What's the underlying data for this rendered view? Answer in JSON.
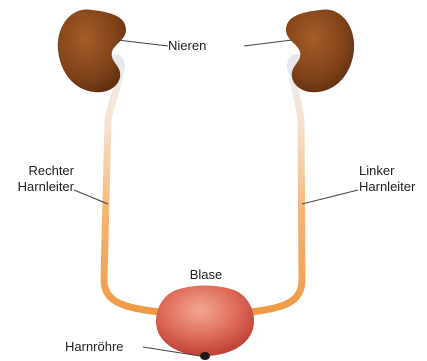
{
  "labels": {
    "kidneys": "Nieren",
    "right_ureter": [
      "Rechter",
      "Harnleiter"
    ],
    "left_ureter": [
      "Linker",
      "Harnleiter"
    ],
    "bladder": "Blase",
    "urethra": "Harnröhre"
  },
  "colors": {
    "kidney": "#8a4b1f",
    "kidney_shadow": "#5e2f10",
    "ureter": "#f0a050",
    "ureter_light": "#fbe3cc",
    "bladder": "#d6584a",
    "bladder_light": "#f2a08c",
    "leader_line": "#444444"
  }
}
